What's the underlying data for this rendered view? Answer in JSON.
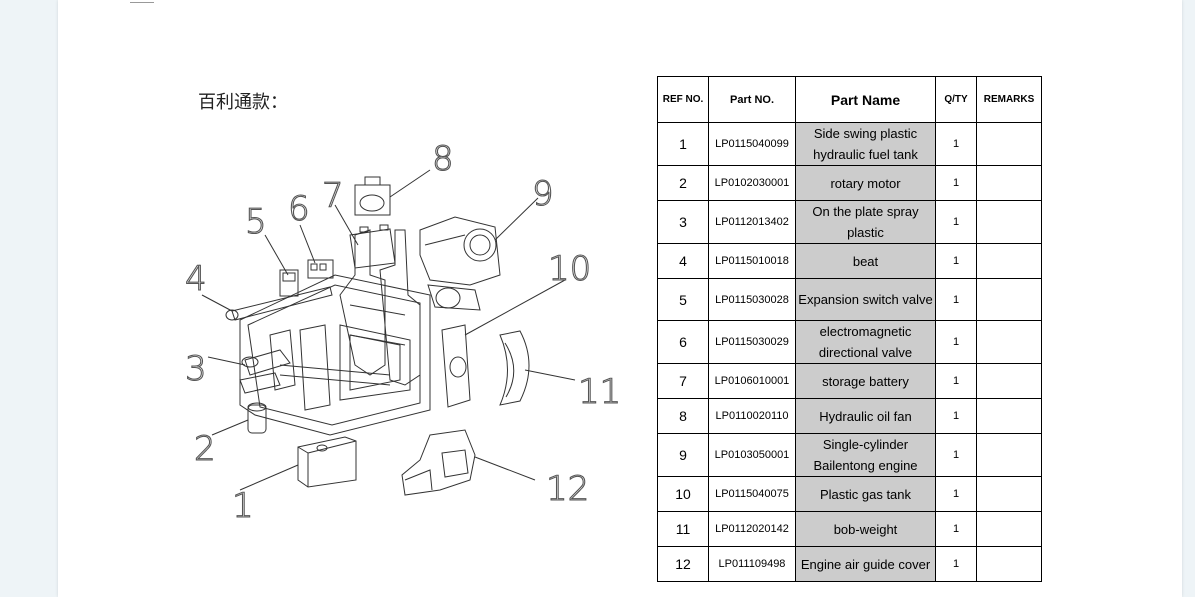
{
  "caption": "百利通款：",
  "diagram": {
    "labels": [
      "1",
      "2",
      "3",
      "4",
      "5",
      "6",
      "7",
      "8",
      "9",
      "10",
      "11",
      "12"
    ]
  },
  "table": {
    "headers": {
      "ref": "REF NO.",
      "part_no": "Part NO.",
      "name": "Part Name",
      "qty": "Q/TY",
      "remarks": "REMARKS"
    },
    "rows": [
      {
        "ref": "1",
        "part_no": "LP0115040099",
        "name": "Side swing plastic hydraulic fuel tank",
        "qty": "1",
        "remarks": ""
      },
      {
        "ref": "2",
        "part_no": "LP0102030001",
        "name": "rotary motor",
        "qty": "1",
        "remarks": ""
      },
      {
        "ref": "3",
        "part_no": "LP0112013402",
        "name": "On the plate spray plastic",
        "qty": "1",
        "remarks": ""
      },
      {
        "ref": "4",
        "part_no": "LP0115010018",
        "name": "beat",
        "qty": "1",
        "remarks": ""
      },
      {
        "ref": "5",
        "part_no": "LP0115030028",
        "name": "Expansion switch valve",
        "qty": "1",
        "remarks": ""
      },
      {
        "ref": "6",
        "part_no": "LP0115030029",
        "name": "electromagnetic directional valve",
        "qty": "1",
        "remarks": ""
      },
      {
        "ref": "7",
        "part_no": "LP0106010001",
        "name": "storage battery",
        "qty": "1",
        "remarks": ""
      },
      {
        "ref": "8",
        "part_no": "LP0110020110",
        "name": "Hydraulic oil fan",
        "qty": "1",
        "remarks": ""
      },
      {
        "ref": "9",
        "part_no": "LP0103050001",
        "name": "Single-cylinder Bailentong engine",
        "qty": "1",
        "remarks": ""
      },
      {
        "ref": "10",
        "part_no": "LP0115040075",
        "name": "Plastic gas tank",
        "qty": "1",
        "remarks": ""
      },
      {
        "ref": "11",
        "part_no": "LP0112020142",
        "name": "bob-weight",
        "qty": "1",
        "remarks": ""
      },
      {
        "ref": "12",
        "part_no": "LP011109498",
        "name": "Engine air guide cover",
        "qty": "1",
        "remarks": ""
      }
    ]
  }
}
